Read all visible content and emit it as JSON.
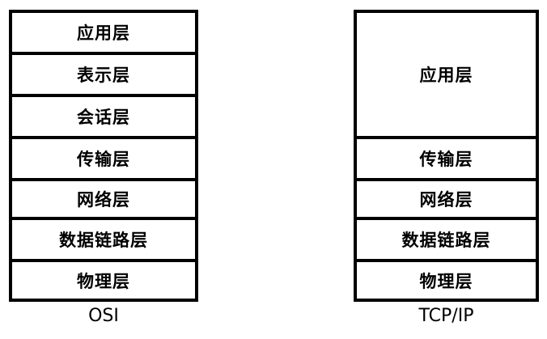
{
  "diagram": {
    "osi": {
      "caption": "OSI",
      "layers": [
        "应用层",
        "表示层",
        "会话层",
        "传输层",
        "网络层",
        "数据链路层",
        "物理层"
      ]
    },
    "tcp_ip": {
      "caption": "TCP/IP",
      "layers": [
        "应用层",
        "传输层",
        "网络层",
        "数据链路层",
        "物理层"
      ]
    },
    "colors": {
      "border": "#000000",
      "text": "#000000",
      "background": "#ffffff"
    }
  }
}
